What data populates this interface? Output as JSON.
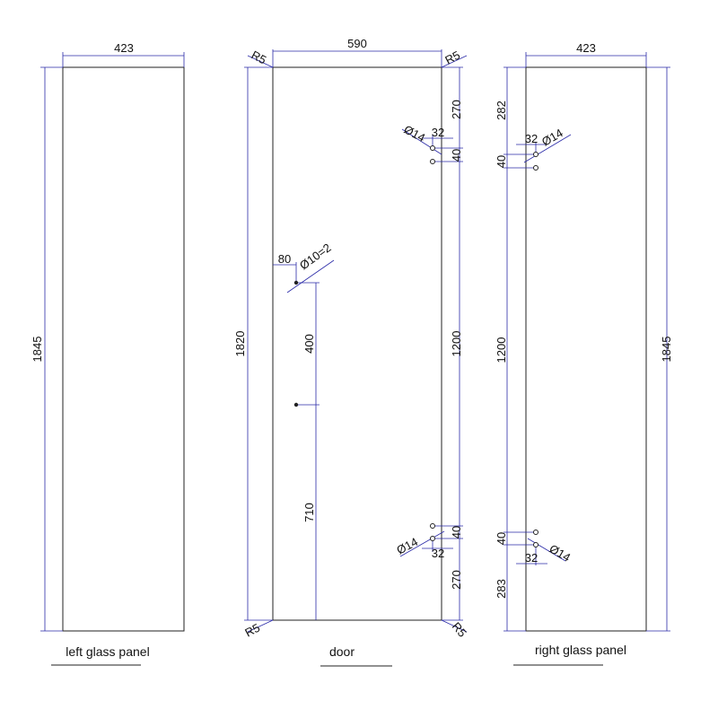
{
  "colors": {
    "outline": "#222222",
    "dimension": "#2a2aa8"
  },
  "left_panel": {
    "label": "left glass panel",
    "width": "423",
    "height": "1845"
  },
  "door": {
    "label": "door",
    "width": "590",
    "height": "1820",
    "radius_tl": "R5",
    "radius_tr": "R5",
    "radius_bl": "R5",
    "radius_br": "R5",
    "hinge_top_offset": "270",
    "hinge_spacing_top": "40",
    "hinge_hole_top": "Ø14",
    "hinge_inset_top": "32",
    "hinge_between": "1200",
    "hinge_spacing_bottom": "40",
    "hinge_hole_bottom": "Ø14",
    "hinge_inset_bottom": "32",
    "hinge_bottom_offset": "270",
    "handle_inset": "80",
    "handle_hole": "Ø10=2",
    "handle_spacing": "400",
    "handle_bottom": "710"
  },
  "right_panel": {
    "label": "right glass panel",
    "width": "423",
    "height": "1845",
    "hinge_top_offset": "282",
    "hinge_spacing_top": "40",
    "hinge_hole_top": "Ø14",
    "hinge_inset_top": "32",
    "hinge_between": "1200",
    "hinge_spacing_bottom": "40",
    "hinge_hole_bottom": "Ø14",
    "hinge_inset_bottom": "32",
    "hinge_bottom_offset": "283"
  }
}
